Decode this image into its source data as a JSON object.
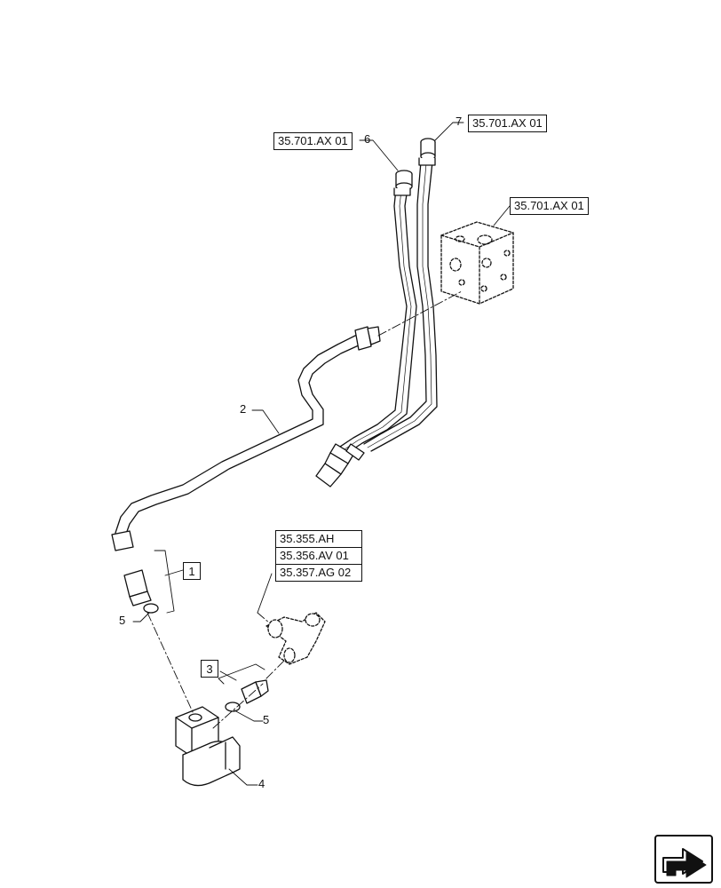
{
  "references": {
    "ref_top_left": "35.701.AX 01",
    "ref_top_right": "35.701.AX 01",
    "ref_block": "35.701.AX 01",
    "ref_stack": [
      "35.355.AH",
      "35.356.AV 01",
      "35.357.AG 02"
    ]
  },
  "callouts": {
    "item_1": "1",
    "item_2": "2",
    "item_3": "3",
    "item_4": "4",
    "item_5_upper": "5",
    "item_5_lower": "5",
    "item_6": "6",
    "item_7": "7"
  },
  "nav": {
    "icon": "next-page-arrow-icon"
  }
}
